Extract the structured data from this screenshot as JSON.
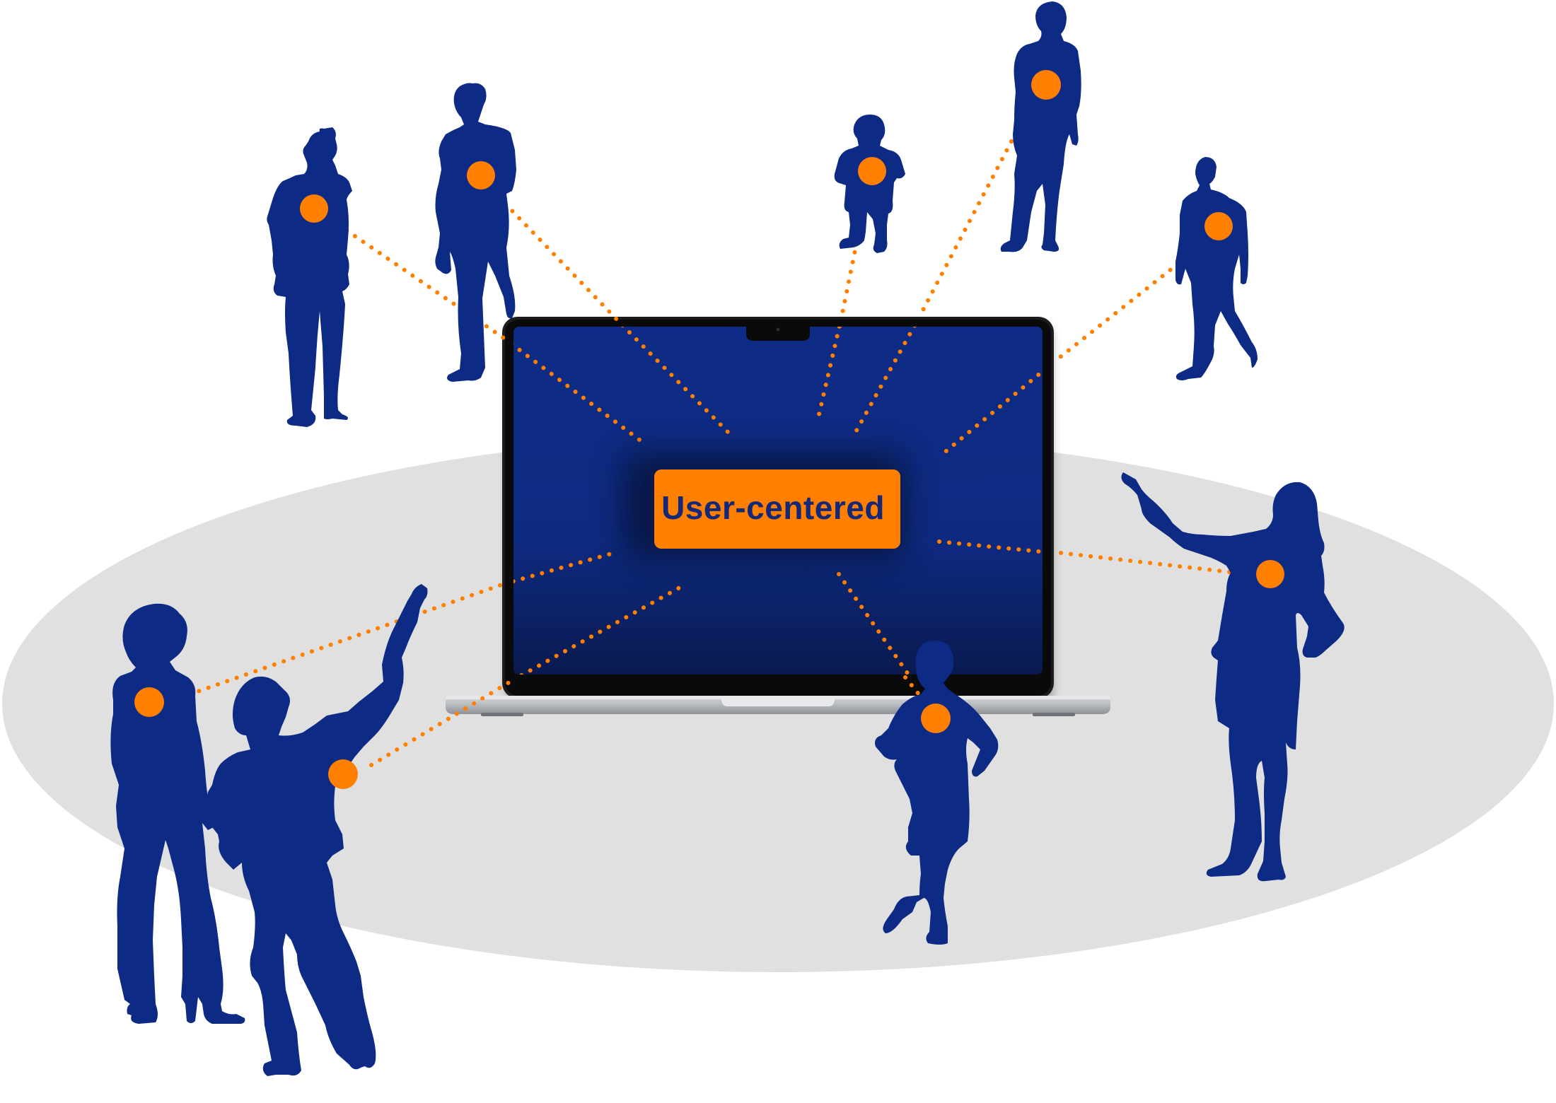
{
  "center_label": {
    "text": "User-centered"
  },
  "colors": {
    "silhouette": "#0d2a85",
    "silhouette_dark": "#0b2175",
    "accent": "#ff7f00",
    "label_text": "#14287a",
    "floor": "#e0e0e0",
    "screen_top": "#0d2a85",
    "screen_bottom": "#0a1a52",
    "laptop_body": "#b8babd",
    "bezel": "#0a0a0a"
  },
  "people": [
    {
      "id": "person-top-left-man",
      "icon": "standing-man-silhouette-icon"
    },
    {
      "id": "person-left-woman",
      "icon": "standing-woman-silhouette-icon"
    },
    {
      "id": "person-child",
      "icon": "standing-child-silhouette-icon"
    },
    {
      "id": "person-top-right-woman",
      "icon": "standing-woman-silhouette-icon"
    },
    {
      "id": "person-right-man",
      "icon": "walking-man-silhouette-icon"
    },
    {
      "id": "person-pointing-woman",
      "icon": "pointing-woman-silhouette-icon"
    },
    {
      "id": "person-curly-woman",
      "icon": "standing-woman-silhouette-icon"
    },
    {
      "id": "person-pointing-man",
      "icon": "pointing-man-silhouette-icon"
    },
    {
      "id": "person-front-child",
      "icon": "standing-child-silhouette-icon"
    }
  ]
}
